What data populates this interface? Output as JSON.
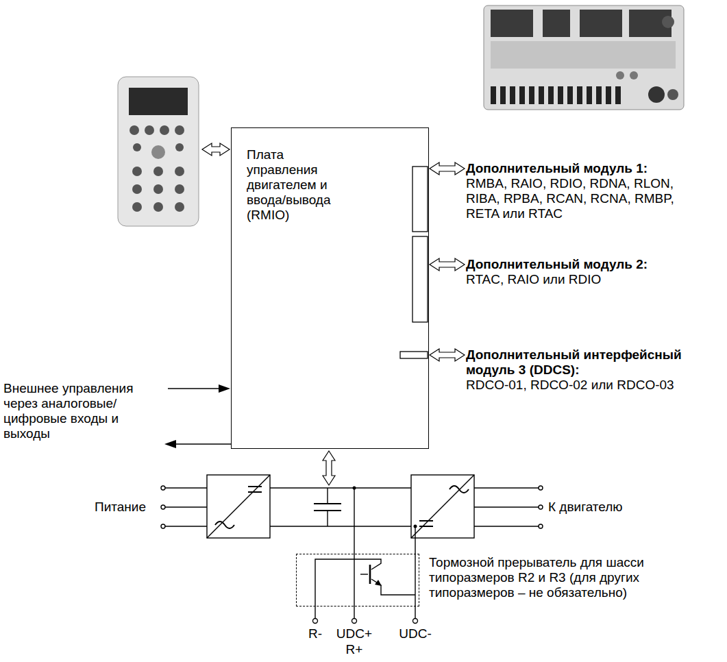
{
  "diagram": {
    "nodes": [
      {
        "text": [
          "Плата управления двигателем и ввода/вывода (RMIO)"
        ]
      },
      {
        "text": [
          "Тормозной прерыватель для шасси типоразмеров R2 и R3 (для других типоразмеров – не обязательно)"
        ]
      }
    ],
    "labels": [
      "Дополнительный модуль 1:",
      "RMBA, RAIO, RDIO, RDNA, RLON, RIBA, RPBA, RCAN, RCNA, RMBP, RETA или RTAC",
      "Дополнительный модуль 2:",
      "RTAC, RAIO или RDIO",
      "Дополнительный интерфейсный модуль 3 (DDCS):",
      "RDCO-01, RDCO-02 или RDCO-03",
      "Внешнее управления через аналоговые/ цифровые входы и выходы",
      "Питание",
      "К двигателю",
      "R-",
      "UDC+",
      "R+",
      "UDC-"
    ]
  }
}
